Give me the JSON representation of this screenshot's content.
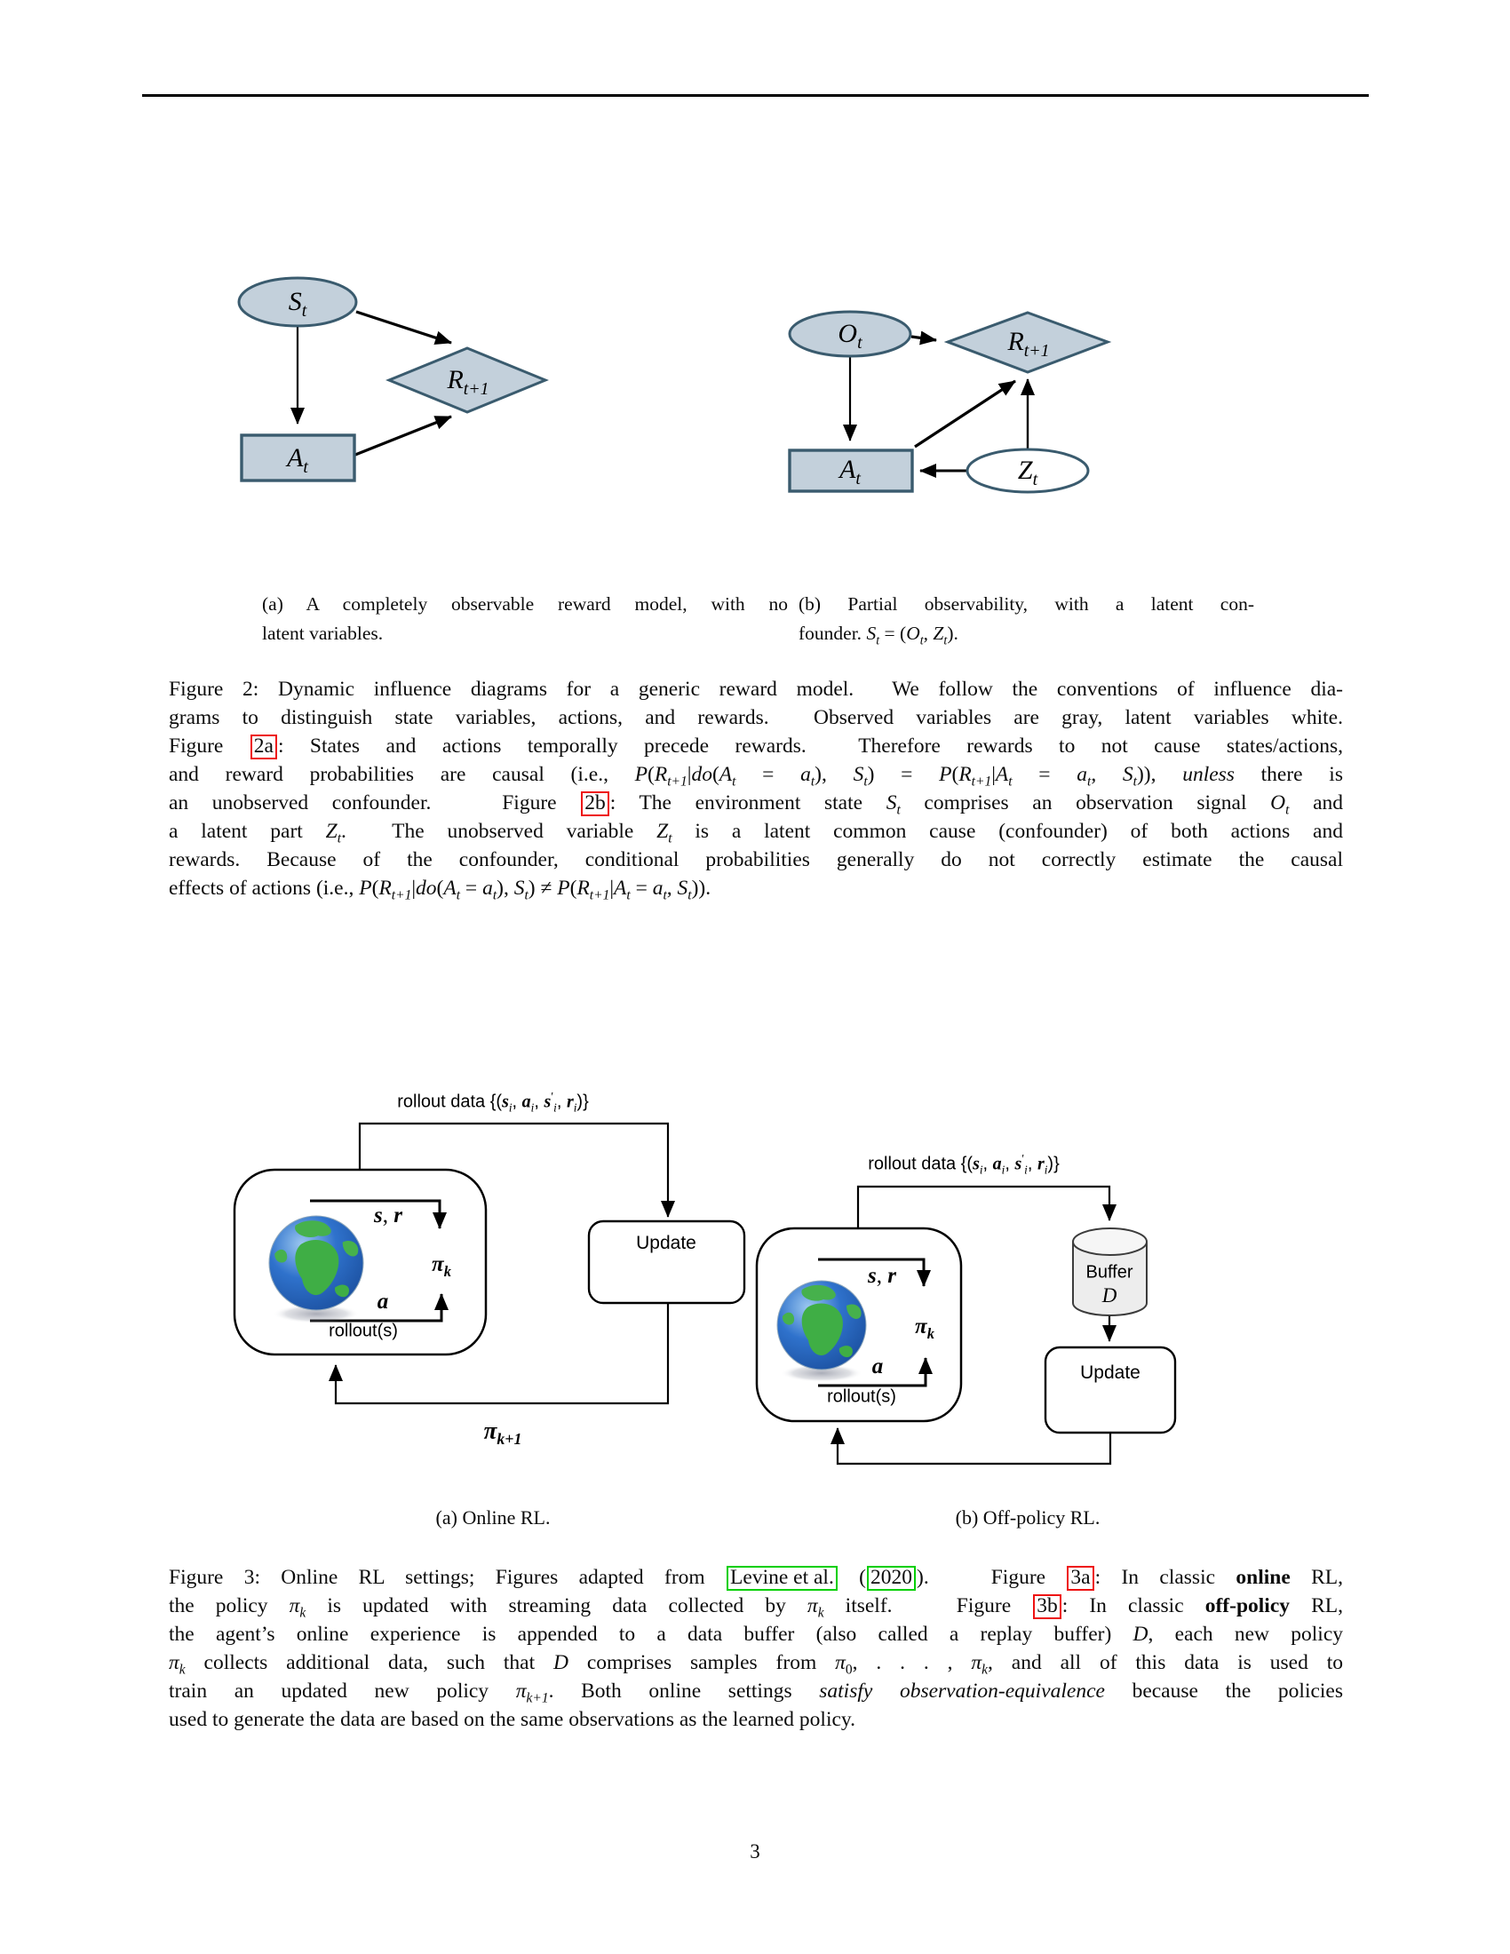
{
  "page": {
    "number": "3"
  },
  "colors": {
    "node_fill": "#c3d0db",
    "node_stroke": "#3a5b6e",
    "latent_fill": "#ffffff",
    "buffer_fill": "#ededed",
    "link_red": "#ee1111",
    "link_green": "#00cf00",
    "line": "#000000"
  },
  "figure2": {
    "diagram_a": {
      "state": [
        {
          "t": "S",
          "i": 1
        },
        {
          "t": "t",
          "i": 1,
          "sub": 1
        }
      ],
      "action": [
        {
          "t": "A",
          "i": 1
        },
        {
          "t": "t",
          "i": 1,
          "sub": 1
        }
      ],
      "reward": [
        {
          "t": "R",
          "i": 1
        },
        {
          "t": "t+1",
          "i": 1,
          "sub": 1
        }
      ]
    },
    "diagram_b": {
      "observation": [
        {
          "t": "O",
          "i": 1
        },
        {
          "t": "t",
          "i": 1,
          "sub": 1
        }
      ],
      "reward": [
        {
          "t": "R",
          "i": 1
        },
        {
          "t": "t+1",
          "i": 1,
          "sub": 1
        }
      ],
      "action": [
        {
          "t": "A",
          "i": 1
        },
        {
          "t": "t",
          "i": 1,
          "sub": 1
        }
      ],
      "latent": [
        {
          "t": "Z",
          "i": 1
        },
        {
          "t": "t",
          "i": 1,
          "sub": 1
        }
      ]
    },
    "subcaption_a": [
      [
        {
          "t": "(a) A completely observable reward model, with no"
        }
      ],
      [
        {
          "t": "latent variables."
        }
      ]
    ],
    "subcaption_b": [
      [
        {
          "t": "(b) Partial observability, with a latent con-"
        }
      ],
      [
        {
          "t": "founder. "
        },
        {
          "t": "S",
          "i": 1
        },
        {
          "t": "t",
          "i": 1,
          "sub": 1
        },
        {
          "t": " = ("
        },
        {
          "t": "O",
          "i": 1
        },
        {
          "t": "t",
          "i": 1,
          "sub": 1
        },
        {
          "t": ", "
        },
        {
          "t": "Z",
          "i": 1
        },
        {
          "t": "t",
          "i": 1,
          "sub": 1
        },
        {
          "t": ")."
        }
      ]
    ],
    "caption": [
      [
        {
          "t": "Figure 2: Dynamic influence diagrams for a generic reward model.  We follow the conventions of influence dia-"
        }
      ],
      [
        {
          "t": "grams to distinguish state variables, actions, and rewards.  Observed variables are gray, latent variables white."
        }
      ],
      [
        {
          "t": "Figure "
        },
        {
          "t": "2a",
          "box": "red"
        },
        {
          "t": ": States and actions temporally precede rewards.  Therefore rewards to not cause states/actions,"
        }
      ],
      [
        {
          "t": "and reward probabilities are causal (i.e., "
        },
        {
          "t": "P",
          "i": 1
        },
        {
          "t": "("
        },
        {
          "t": "R",
          "i": 1
        },
        {
          "t": "t+1",
          "i": 1,
          "sub": 1
        },
        {
          "t": "|"
        },
        {
          "t": "do",
          "i": 1
        },
        {
          "t": "("
        },
        {
          "t": "A",
          "i": 1
        },
        {
          "t": "t",
          "i": 1,
          "sub": 1
        },
        {
          "t": " = "
        },
        {
          "t": "a",
          "i": 1
        },
        {
          "t": "t",
          "i": 1,
          "sub": 1
        },
        {
          "t": "), "
        },
        {
          "t": "S",
          "i": 1
        },
        {
          "t": "t",
          "i": 1,
          "sub": 1
        },
        {
          "t": ") = "
        },
        {
          "t": "P",
          "i": 1
        },
        {
          "t": "("
        },
        {
          "t": "R",
          "i": 1
        },
        {
          "t": "t+1",
          "i": 1,
          "sub": 1
        },
        {
          "t": "|"
        },
        {
          "t": "A",
          "i": 1
        },
        {
          "t": "t",
          "i": 1,
          "sub": 1
        },
        {
          "t": " = "
        },
        {
          "t": "a",
          "i": 1
        },
        {
          "t": "t",
          "i": 1,
          "sub": 1
        },
        {
          "t": ", "
        },
        {
          "t": "S",
          "i": 1
        },
        {
          "t": "t",
          "i": 1,
          "sub": 1
        },
        {
          "t": ")), "
        },
        {
          "t": "unless",
          "i": 1
        },
        {
          "t": " there is"
        }
      ],
      [
        {
          "t": "an unobserved confounder.   Figure "
        },
        {
          "t": "2b",
          "box": "red"
        },
        {
          "t": ": The environment state "
        },
        {
          "t": "S",
          "i": 1
        },
        {
          "t": "t",
          "i": 1,
          "sub": 1
        },
        {
          "t": " comprises an observation signal "
        },
        {
          "t": "O",
          "i": 1
        },
        {
          "t": "t",
          "i": 1,
          "sub": 1
        },
        {
          "t": " and"
        }
      ],
      [
        {
          "t": "a latent part "
        },
        {
          "t": "Z",
          "i": 1
        },
        {
          "t": "t",
          "i": 1,
          "sub": 1
        },
        {
          "t": ".  The unobserved variable "
        },
        {
          "t": "Z",
          "i": 1
        },
        {
          "t": "t",
          "i": 1,
          "sub": 1
        },
        {
          "t": " is a latent common cause (confounder) of both actions and"
        }
      ],
      [
        {
          "t": "rewards. Because of the confounder, conditional probabilities generally do not correctly estimate the causal"
        }
      ],
      [
        {
          "t": "effects of actions (i.e., "
        },
        {
          "t": "P",
          "i": 1
        },
        {
          "t": "("
        },
        {
          "t": "R",
          "i": 1
        },
        {
          "t": "t+1",
          "i": 1,
          "sub": 1
        },
        {
          "t": "|"
        },
        {
          "t": "do",
          "i": 1
        },
        {
          "t": "("
        },
        {
          "t": "A",
          "i": 1
        },
        {
          "t": "t",
          "i": 1,
          "sub": 1
        },
        {
          "t": " = "
        },
        {
          "t": "a",
          "i": 1
        },
        {
          "t": "t",
          "i": 1,
          "sub": 1
        },
        {
          "t": "), "
        },
        {
          "t": "S",
          "i": 1
        },
        {
          "t": "t",
          "i": 1,
          "sub": 1
        },
        {
          "t": ") ≠ "
        },
        {
          "t": "P",
          "i": 1
        },
        {
          "t": "("
        },
        {
          "t": "R",
          "i": 1
        },
        {
          "t": "t+1",
          "i": 1,
          "sub": 1
        },
        {
          "t": "|"
        },
        {
          "t": "A",
          "i": 1
        },
        {
          "t": "t",
          "i": 1,
          "sub": 1
        },
        {
          "t": " = "
        },
        {
          "t": "a",
          "i": 1
        },
        {
          "t": "t",
          "i": 1,
          "sub": 1
        },
        {
          "t": ", "
        },
        {
          "t": "S",
          "i": 1
        },
        {
          "t": "t",
          "i": 1,
          "sub": 1
        },
        {
          "t": "))."
        }
      ]
    ]
  },
  "figure3": {
    "rollout_data_label": [
      {
        "t": "rollout data {("
      },
      {
        "t": "s",
        "m": 1,
        "b": 1,
        "i": 1
      },
      {
        "t": "i",
        "m": 1,
        "i": 1,
        "sub": 1
      },
      {
        "t": ", "
      },
      {
        "t": "a",
        "m": 1,
        "b": 1,
        "i": 1
      },
      {
        "t": "i",
        "m": 1,
        "i": 1,
        "sub": 1
      },
      {
        "t": ", "
      },
      {
        "t": "s",
        "m": 1,
        "b": 1,
        "i": 1
      },
      {
        "t": "′",
        "m": 1,
        "sup": 1
      },
      {
        "t": "i",
        "m": 1,
        "i": 1,
        "sub": 1
      },
      {
        "t": ", "
      },
      {
        "t": "r",
        "m": 1,
        "b": 1,
        "i": 1
      },
      {
        "t": "i",
        "m": 1,
        "i": 1,
        "sub": 1
      },
      {
        "t": ")}"
      }
    ],
    "sr_label": [
      {
        "t": "s",
        "m": 1,
        "b": 1,
        "i": 1
      },
      {
        "t": ", "
      },
      {
        "t": "r",
        "m": 1,
        "b": 1,
        "i": 1
      }
    ],
    "policy_label": [
      {
        "t": "π",
        "m": 1,
        "b": 1,
        "i": 1
      },
      {
        "t": "k",
        "m": 1,
        "b": 1,
        "i": 1,
        "sub": 1
      }
    ],
    "action_label": [
      {
        "t": "a",
        "m": 1,
        "b": 1,
        "i": 1
      }
    ],
    "next_policy_label": [
      {
        "t": "π",
        "m": 1,
        "b": 1,
        "i": 1
      },
      {
        "t": "k+1",
        "m": 1,
        "b": 1,
        "i": 1,
        "sub": 1
      }
    ],
    "rollouts_label": "rollout(s)",
    "update_label": "Update",
    "buffer_label": "Buffer",
    "buffer_symbol": [
      {
        "t": "D",
        "m": 1,
        "i": 1
      }
    ],
    "subcaption_a": "(a) Online RL.",
    "subcaption_b": "(b) Off-policy RL.",
    "caption": [
      [
        {
          "t": "Figure 3: Online RL settings; Figures adapted from "
        },
        {
          "t": "Levine et al.",
          "box": "green"
        },
        {
          "t": " ("
        },
        {
          "t": "2020",
          "box": "green"
        },
        {
          "t": ").   Figure "
        },
        {
          "t": "3a",
          "box": "red"
        },
        {
          "t": ": In classic "
        },
        {
          "t": "online",
          "b": 1
        },
        {
          "t": " RL,"
        }
      ],
      [
        {
          "t": "the policy "
        },
        {
          "t": "π",
          "i": 1
        },
        {
          "t": "k",
          "i": 1,
          "sub": 1
        },
        {
          "t": " is updated with streaming data collected by "
        },
        {
          "t": "π",
          "i": 1
        },
        {
          "t": "k",
          "i": 1,
          "sub": 1
        },
        {
          "t": " itself.   Figure "
        },
        {
          "t": "3b",
          "box": "red"
        },
        {
          "t": ": In classic "
        },
        {
          "t": "off-policy",
          "b": 1
        },
        {
          "t": " RL,"
        }
      ],
      [
        {
          "t": "the agent’s online experience is appended to a data buffer (also called a replay buffer) "
        },
        {
          "t": "D",
          "i": 1
        },
        {
          "t": ", each new policy"
        }
      ],
      [
        {
          "t": "π",
          "i": 1
        },
        {
          "t": "k",
          "i": 1,
          "sub": 1
        },
        {
          "t": " collects additional data, such that "
        },
        {
          "t": "D",
          "i": 1
        },
        {
          "t": " comprises samples from "
        },
        {
          "t": "π",
          "i": 1
        },
        {
          "t": "0",
          "sub": 1
        },
        {
          "t": ", . . . , "
        },
        {
          "t": "π",
          "i": 1
        },
        {
          "t": "k",
          "i": 1,
          "sub": 1
        },
        {
          "t": ", and all of this data is used to"
        }
      ],
      [
        {
          "t": "train an updated new policy "
        },
        {
          "t": "π",
          "i": 1
        },
        {
          "t": "k+1",
          "i": 1,
          "sub": 1
        },
        {
          "t": ". Both online settings "
        },
        {
          "t": "satisfy observation-equivalence",
          "i": 1
        },
        {
          "t": " because the policies"
        }
      ],
      [
        {
          "t": "used to generate the data are based on the same observations as the learned policy."
        }
      ]
    ]
  }
}
